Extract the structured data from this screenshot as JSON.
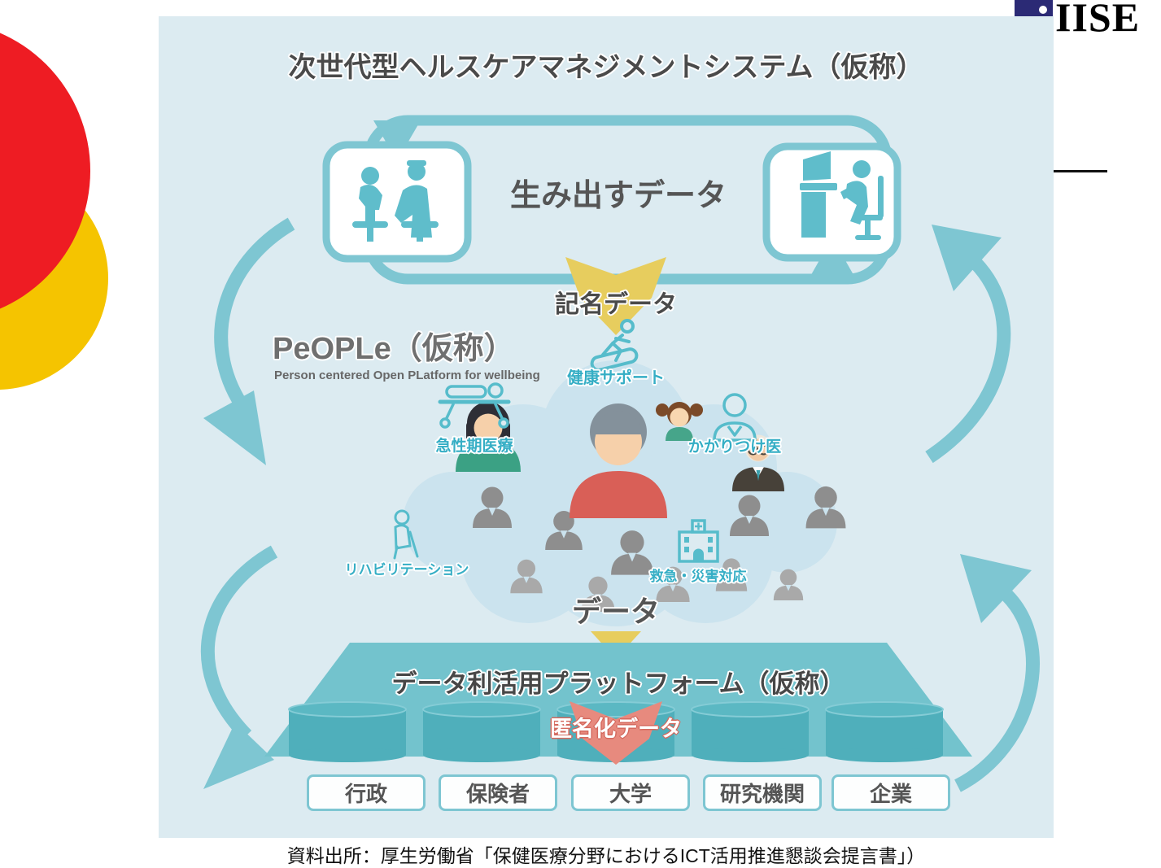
{
  "header": {
    "logo_text": "IISE"
  },
  "diagram": {
    "title": "次世代型ヘルスケアマネジメントシステム（仮称）",
    "top_loop": {
      "label": "生み出すデータ"
    },
    "named_data_label": "記名データ",
    "people": {
      "name": "PeOPLe（仮称）",
      "subtitle": "Person centered Open PLatform for wellbeing"
    },
    "services": [
      {
        "label": "健康サポート",
        "icon": "treadmill-runner-icon"
      },
      {
        "label": "急性期医療",
        "icon": "stretcher-icon"
      },
      {
        "label": "かかりつけ医",
        "icon": "family-doctor-icon"
      },
      {
        "label": "リハビリテーション",
        "icon": "rehab-cane-icon"
      },
      {
        "label": "救急・災害対応",
        "icon": "hospital-icon"
      }
    ],
    "data_label": "データ",
    "platform": {
      "title": "データ利活用プラットフォーム（仮称）"
    },
    "anonymized_data_label": "匿名化データ",
    "consumers": [
      {
        "label": "行政"
      },
      {
        "label": "保険者"
      },
      {
        "label": "大学"
      },
      {
        "label": "研究機関"
      },
      {
        "label": "企業"
      }
    ]
  },
  "caption": "資料出所：厚生労働省「保健医療分野におけるICT活用推進懇談会提言書」）",
  "colors": {
    "panel_bg": "#dcebf1",
    "teal": "#7ec6d2",
    "cloud": "#cbe3ee",
    "yellow_arrow": "#e7cd5e",
    "salmon_arrow": "#e78a7e",
    "trapezoid": "#73c3cd",
    "cylinder": "#4fafbb",
    "red_circle": "#ee1c23",
    "yellow_circle": "#f5c400",
    "logo_navy": "#2b2a75"
  }
}
